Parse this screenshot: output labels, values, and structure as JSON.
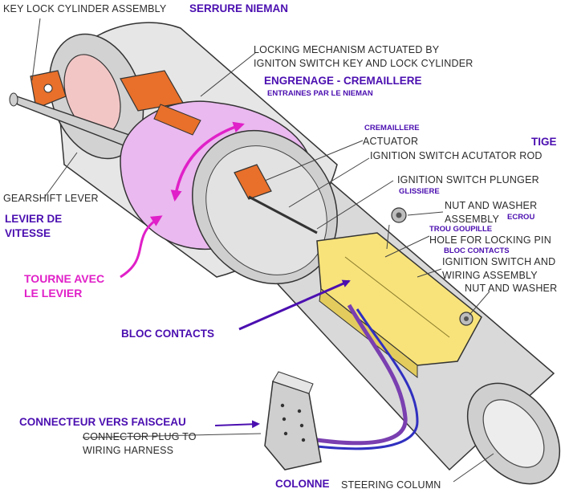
{
  "colors": {
    "callout_blue": "#4b0fb0",
    "callout_magenta": "#e020c8",
    "switch_yellow": "#f7e37a",
    "collar_pink": "#eab9ef",
    "rack_orange": "#e8702a",
    "column_gray": "#d9d9d9"
  },
  "labels": {
    "key_lock_cylinder_assembly": "KEY LOCK CYLINDER ASSEMBLY",
    "serrure_nieman": "SERRURE NIEMAN",
    "locking_mechanism_1": "LOCKING MECHANISM ACTUATED BY",
    "locking_mechanism_2": "IGNITON SWITCH KEY AND LOCK CYLINDER",
    "engrenage_cremaillere": "ENGRENAGE - CREMAILLERE",
    "entraines_par_le_nieman": "ENTRAINES PAR LE NIEMAN",
    "cremaillere": "CREMAILLERE",
    "actuator": "ACTUATOR",
    "tige": "TIGE",
    "ignition_switch_actuator_rod": "IGNITION SWITCH ACUTATOR ROD",
    "ignition_switch_plunger": "IGNITION SWITCH PLUNGER",
    "glissiere": "GLISSIERE",
    "gearshift_lever": "GEARSHIFT LEVER",
    "nut_and_washer_assembly_1": "NUT AND WASHER",
    "nut_and_washer_assembly_2": "ASSEMBLY",
    "ecrou": "ECROU",
    "levier_de_vitesse_1": "LEVIER DE",
    "levier_de_vitesse_2": "VITESSE",
    "trou_goupille": "TROU GOUPILLE",
    "hole_for_locking_pin": "HOLE FOR LOCKING PIN",
    "bloc_contacts_small": "BLOC CONTACTS",
    "ignition_switch_and_wiring_1": "IGNITION SWITCH AND",
    "ignition_switch_and_wiring_2": "WIRING ASSEMBLY",
    "tourne_avec_le_levier_1": "TOURNE AVEC",
    "tourne_avec_le_levier_2": "LE LEVIER",
    "nut_and_washer": "NUT AND WASHER",
    "bloc_contacts": "BLOC CONTACTS",
    "connecteur_vers_faisceau": "CONNECTEUR VERS FAISCEAU",
    "connector_plug_1": "CONNECTOR PLUG TO",
    "connector_plug_2": "WIRING HARNESS",
    "colonne": "COLONNE",
    "steering_column": "STEERING COLUMN"
  }
}
